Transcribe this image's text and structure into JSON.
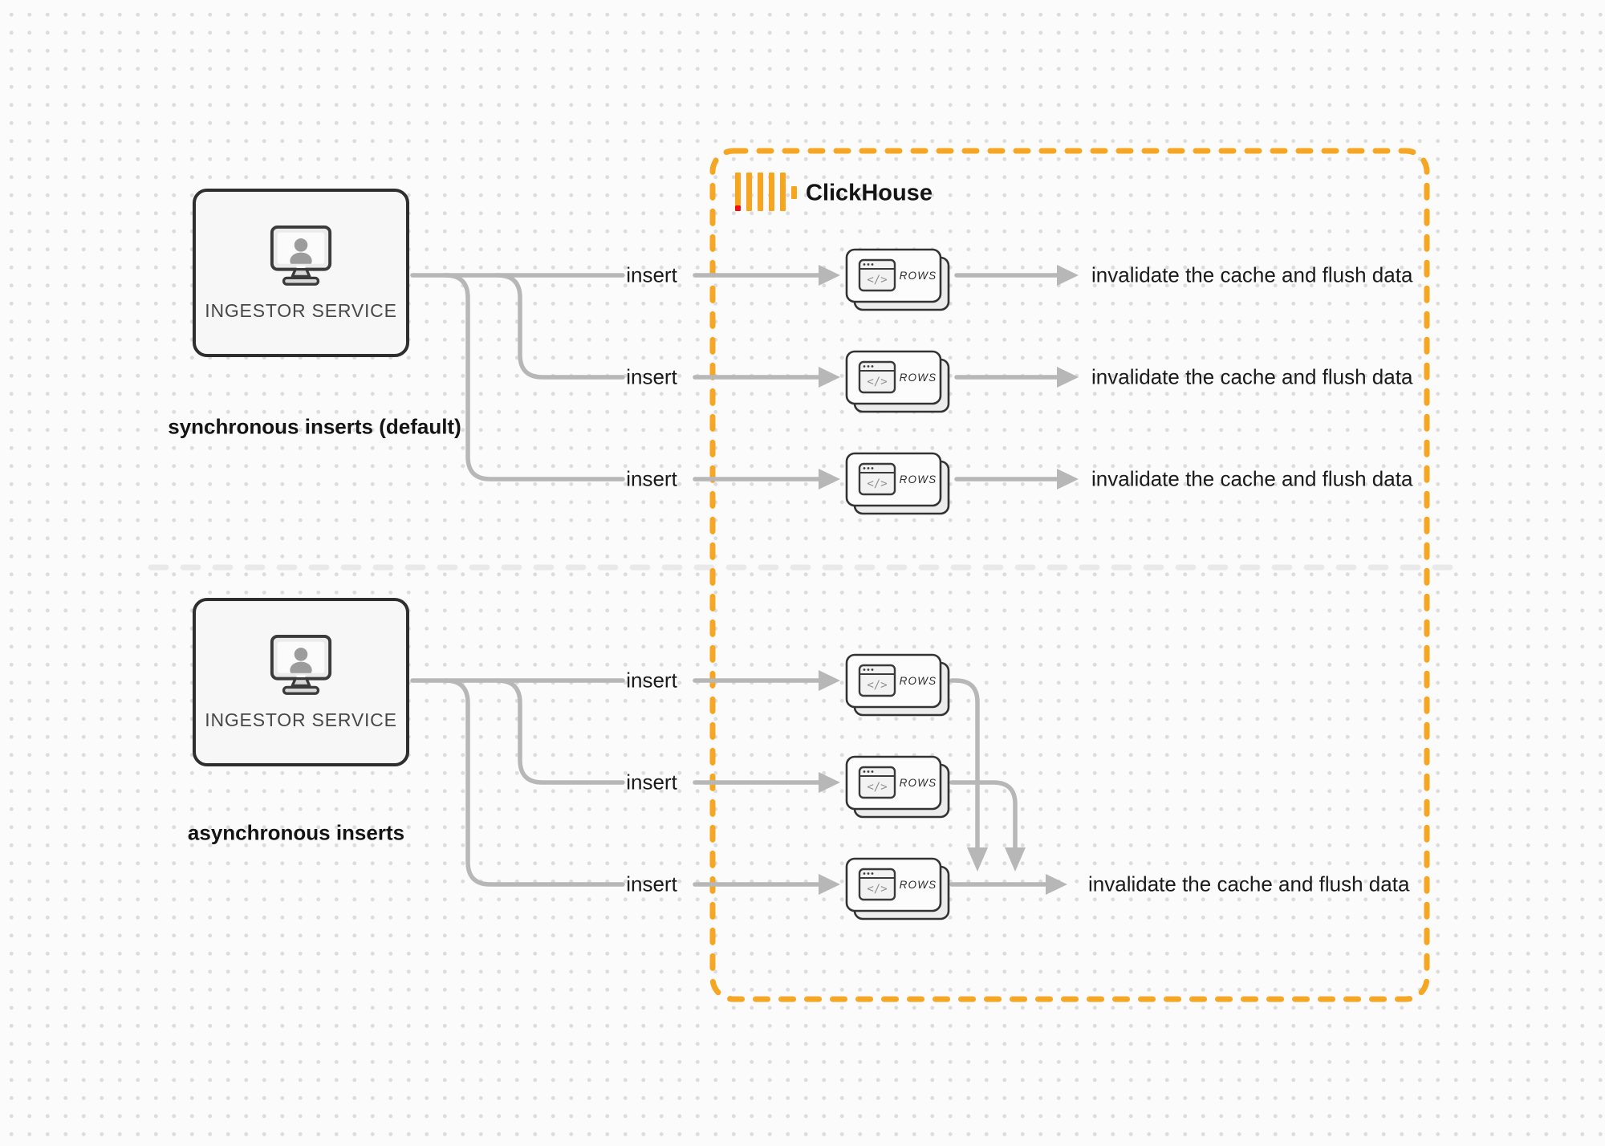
{
  "colors": {
    "accent_orange": "#F5A623",
    "logo_yellow": "#F6A51F",
    "logo_red": "#EF1010",
    "wire_gray": "#B7B7B7",
    "ink": "#1B1B1B",
    "background": "#FBFBFB"
  },
  "clickhouse": {
    "label": "ClickHouse",
    "logo_icon": "clickhouse-bars-logo"
  },
  "rows_card": {
    "label": "ROWS",
    "code_glyph": "</>",
    "icon": "code-window-icon"
  },
  "sync_section": {
    "caption": "synchronous inserts (default)",
    "service_label": "INGESTOR SERVICE",
    "service_icon": "monitor-user-icon",
    "flows": [
      {
        "insert": "insert",
        "result": "invalidate the cache and flush data"
      },
      {
        "insert": "insert",
        "result": "invalidate the cache and flush data"
      },
      {
        "insert": "insert",
        "result": "invalidate the cache and flush data"
      }
    ]
  },
  "async_section": {
    "caption": "asynchronous inserts",
    "service_label": "INGESTOR SERVICE",
    "service_icon": "monitor-user-icon",
    "inserts": [
      "insert",
      "insert",
      "insert"
    ],
    "result": "invalidate the cache and flush data"
  }
}
